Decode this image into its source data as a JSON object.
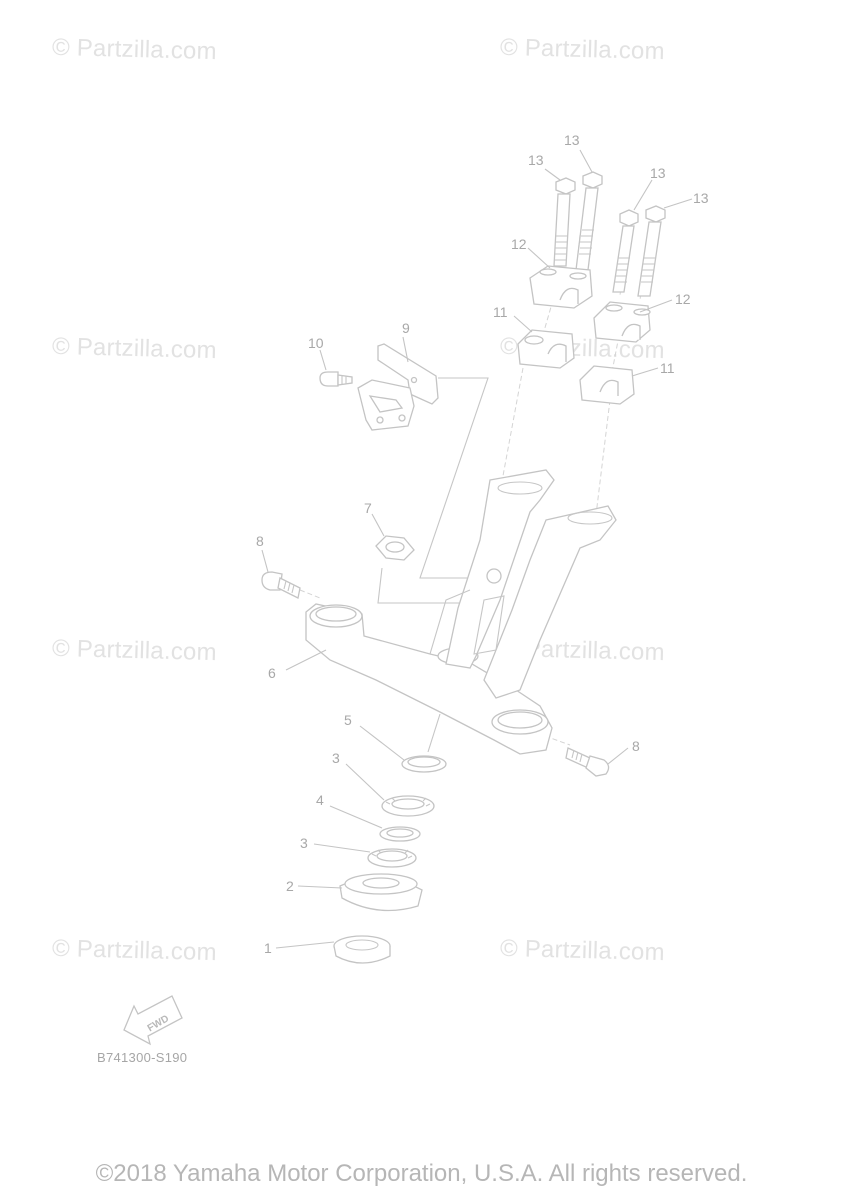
{
  "watermarks": [
    "© Partzilla.com",
    "© Partzilla.com",
    "© Partzilla.com",
    "© Partzilla.com",
    "© Partzilla.com",
    "© Partzilla.com",
    "© Partzilla.com",
    "© Partzilla.com"
  ],
  "callouts": {
    "c1": "1",
    "c2": "2",
    "c3a": "3",
    "c3b": "3",
    "c4": "4",
    "c5": "5",
    "c6": "6",
    "c7": "7",
    "c8a": "8",
    "c8b": "8",
    "c9": "9",
    "c10": "10",
    "c11a": "11",
    "c11b": "11",
    "c12a": "12",
    "c12b": "12",
    "c13a": "13",
    "c13b": "13",
    "c13c": "13",
    "c13d": "13"
  },
  "fwd_label": "FWD",
  "diagram_code": "B741300-S190",
  "copyright": "©2018 Yamaha Motor Corporation, U.S.A. All rights reserved."
}
